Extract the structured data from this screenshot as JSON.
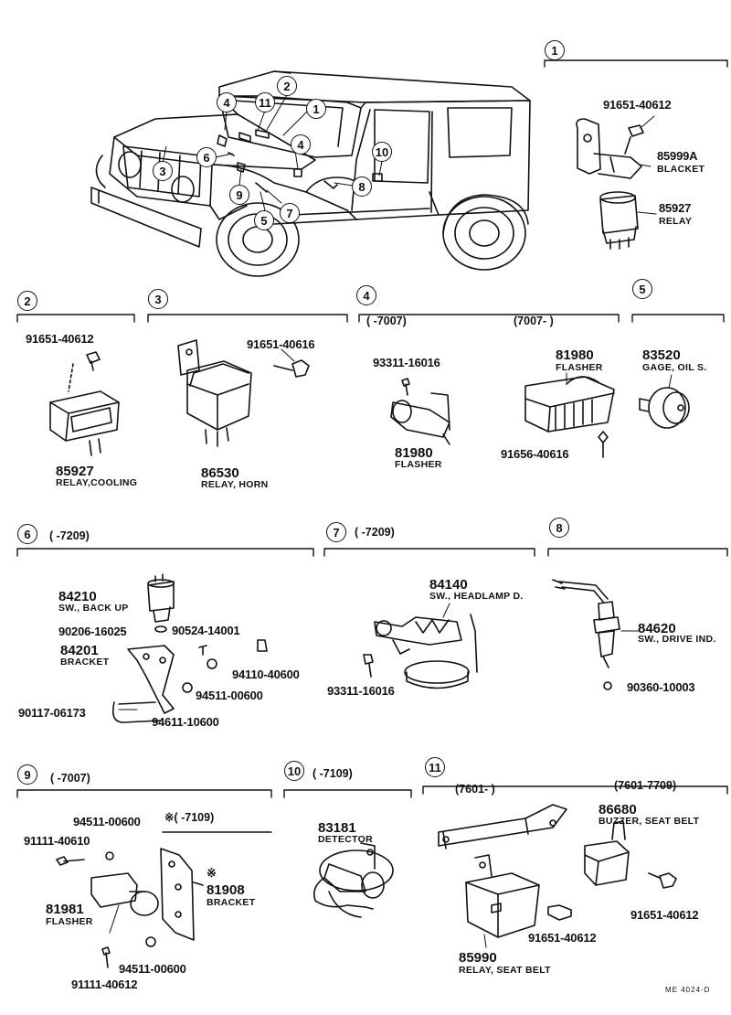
{
  "callouts": [
    "1",
    "2",
    "3",
    "4",
    "5",
    "6",
    "7",
    "8",
    "9",
    "10",
    "11"
  ],
  "sections": {
    "s1": {
      "label": "1",
      "parts": [
        {
          "number": "91651-40612"
        },
        {
          "number": "85999A",
          "desc": "BLACKET"
        },
        {
          "number": "85927",
          "desc": "RELAY"
        }
      ]
    },
    "s2": {
      "label": "2",
      "parts": [
        {
          "number": "91651-40612"
        },
        {
          "number": "85927",
          "desc": "RELAY,COOLING"
        }
      ]
    },
    "s3": {
      "label": "3",
      "parts": [
        {
          "number": "91651-40616"
        },
        {
          "number": "86530",
          "desc": "RELAY, HORN"
        }
      ]
    },
    "s4": {
      "label": "4",
      "range_a": "(      -7007)",
      "range_b": "(7007-      )",
      "parts": [
        {
          "number": "93311-16016"
        },
        {
          "number": "81980",
          "desc": "FLASHER"
        },
        {
          "number": "81980",
          "desc": "FLASHER"
        },
        {
          "number": "91656-40616"
        }
      ]
    },
    "s5": {
      "label": "5",
      "parts": [
        {
          "number": "83520",
          "desc": "GAGE, OIL S."
        }
      ]
    },
    "s6": {
      "label": "6",
      "range": "(      -7209)",
      "parts": [
        {
          "number": "84210",
          "desc": "SW., BACK UP"
        },
        {
          "number": "90206-16025"
        },
        {
          "number": "90524-14001"
        },
        {
          "number": "84201",
          "desc": "BRACKET"
        },
        {
          "number": "94110-40600"
        },
        {
          "number": "94511-00600"
        },
        {
          "number": "90117-06173"
        },
        {
          "number": "94611-10600"
        }
      ]
    },
    "s7": {
      "label": "7",
      "range": "(      -7209)",
      "parts": [
        {
          "number": "84140",
          "desc": "SW., HEADLAMP D."
        },
        {
          "number": "93311-16016"
        }
      ]
    },
    "s8": {
      "label": "8",
      "parts": [
        {
          "number": "84620",
          "desc": "SW., DRIVE IND."
        },
        {
          "number": "90360-10003"
        }
      ]
    },
    "s9": {
      "label": "9",
      "range": "(      -7007)",
      "note": "※(      -7109)",
      "parts": [
        {
          "number": "94511-00600"
        },
        {
          "number": "91111-40610"
        },
        {
          "number": "81908",
          "desc": "BRACKET"
        },
        {
          "number": "81981",
          "desc": "FLASHER"
        },
        {
          "number": "94511-00600"
        },
        {
          "number": "91111-40612"
        }
      ]
    },
    "s10": {
      "label": "10",
      "range": "(      -7109)",
      "parts": [
        {
          "number": "83181",
          "desc": "DETECTOR"
        }
      ]
    },
    "s11": {
      "label": "11",
      "range_a": "(7601-      )",
      "range_b": "(7601-7709)",
      "parts": [
        {
          "number": "86680",
          "desc": "BUZZER, SEAT BELT"
        },
        {
          "number": "91651-40612"
        },
        {
          "number": "91651-40612"
        },
        {
          "number": "85990",
          "desc": "RELAY, SEAT BELT"
        }
      ]
    }
  },
  "note_mark": "※",
  "footer": "ME  4024-D"
}
